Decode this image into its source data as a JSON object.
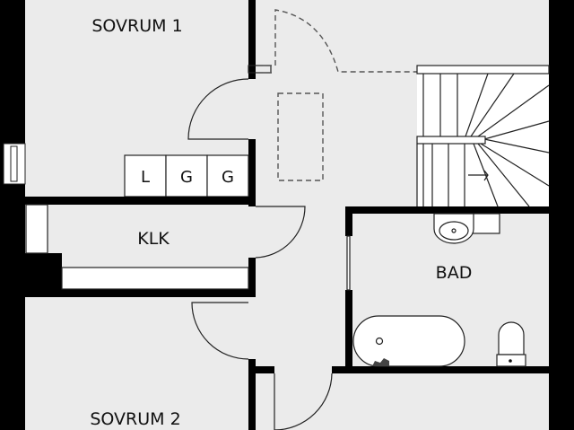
{
  "rooms": {
    "bedroom1": "SOVRUM 1",
    "bedroom2": "SOVRUM 2",
    "closet": "KLK",
    "bathroom": "BAD"
  },
  "storage_units": [
    "L",
    "G",
    "G"
  ],
  "colors": {
    "floor": "#ebebeb",
    "wall": "#000000",
    "fixture": "#ffffff"
  }
}
